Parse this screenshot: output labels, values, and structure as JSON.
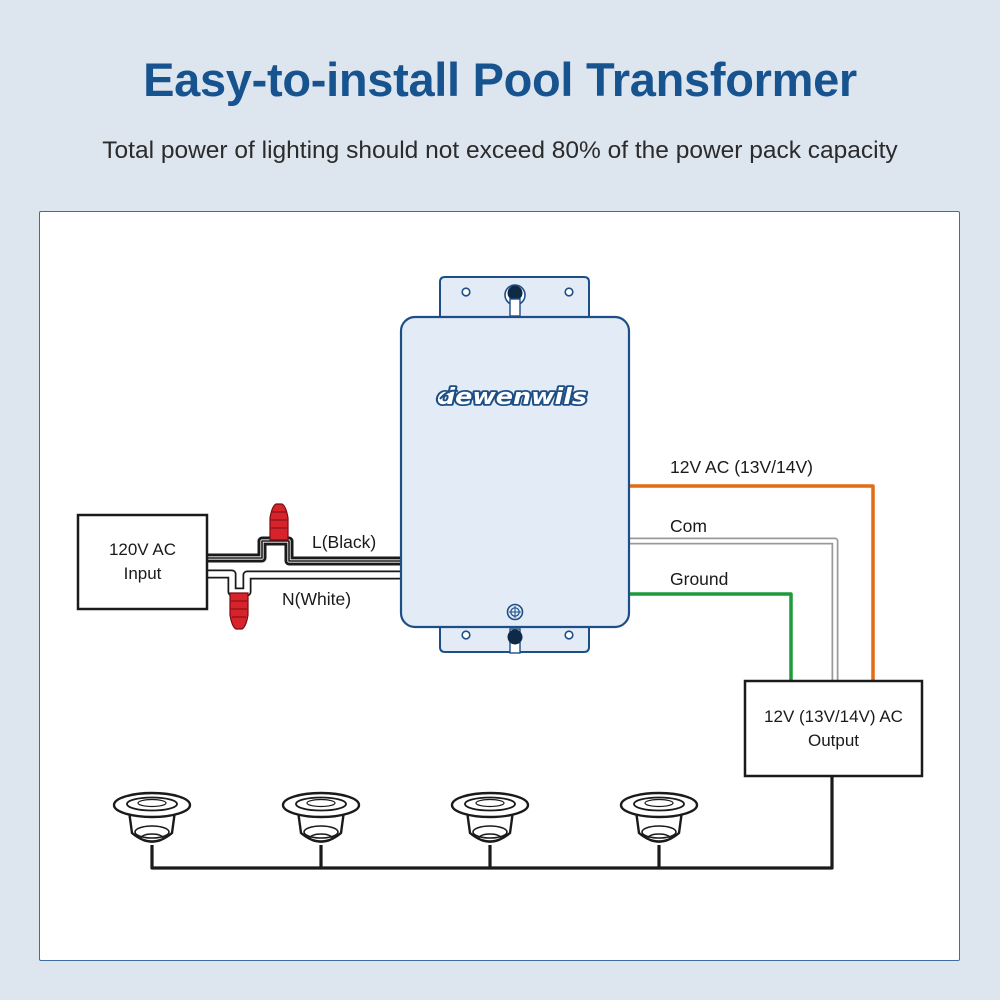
{
  "header": {
    "title": "Easy-to-install Pool Transformer",
    "subtitle": "Total power of lighting should not exceed 80% of the power pack capacity"
  },
  "input_box": {
    "line1": "120V AC",
    "line2": "Input"
  },
  "wires": {
    "live": "L(Black)",
    "neutral": "N(White)",
    "hot_out": "12V AC (13V/14V)",
    "common": "Com",
    "ground": "Ground"
  },
  "output_box": {
    "line1": "12V (13V/14V) AC",
    "line2": "Output"
  },
  "transformer": {
    "brand_logo": "Dewenwils"
  },
  "lights": {
    "count": 4
  },
  "colors": {
    "title": "#17538f",
    "device_outline": "#1d4f86",
    "device_fill": "#e3ecf6",
    "wire_hot": "#e46c13",
    "wire_ground": "#1d9b3a",
    "wire_common": "#b8b8b8",
    "wire_black": "#1a1a1a",
    "wire_nut": "#d7232c"
  }
}
